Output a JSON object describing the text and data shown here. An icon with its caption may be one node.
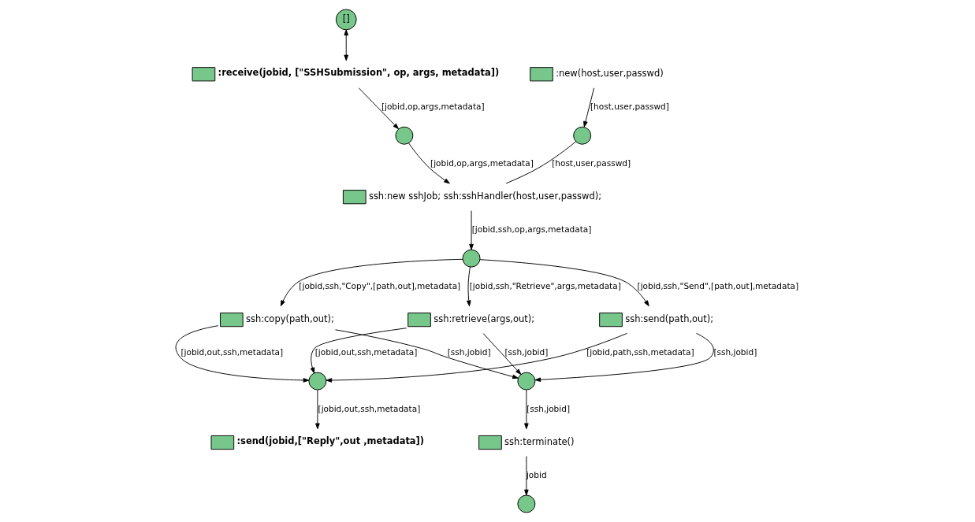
{
  "diagram": {
    "nodes": [
      {
        "text": [
          "[]"
        ]
      },
      {
        "text": [
          ":receive(jobid, [\"SSHSubmission\", op, args, metadata])"
        ]
      },
      {
        "text": [],
        "shape": "circle"
      },
      {
        "text": [
          ":new(host,user,passwd)"
        ]
      },
      {
        "text": [],
        "shape": "circle"
      },
      {
        "text": [
          "ssh:new sshJob; ssh:sshHandler(host,user,passwd);"
        ]
      },
      {
        "text": [],
        "shape": "circle"
      },
      {
        "text": [
          "ssh:copy(path,out);"
        ]
      },
      {
        "text": [
          "ssh:send(path,out);"
        ]
      },
      {
        "text": [
          "ssh:retrieve(args,out);"
        ]
      },
      {
        "text": [],
        "shape": "circle"
      },
      {
        "text": [],
        "shape": "circle"
      },
      {
        "text": [
          "ssh:terminate()"
        ]
      },
      {
        "text": [],
        "shape": "circle"
      },
      {
        "text": [
          ":send(jobid,[\"Reply\",out ,metadata])"
        ]
      }
    ],
    "edges": [
      {
        "from": 0,
        "to": 1,
        "arrow": "both"
      },
      {
        "from": 1,
        "to": 2,
        "arrow": "to",
        "label": "[jobid,op,args,metadata]"
      },
      {
        "from": 2,
        "to": 5,
        "arrow": "to",
        "label": "[jobid,op,args,metadata]"
      },
      {
        "from": 3,
        "to": 4,
        "arrow": "to",
        "label": "[host,user,passwd]"
      },
      {
        "from": 4,
        "to": 5,
        "arrow": "none",
        "label": "[host,user,passwd]"
      },
      {
        "from": 5,
        "to": 6,
        "arrow": "to",
        "label": "[jobid,ssh,op,args,metadata]"
      },
      {
        "from": 6,
        "to": 7,
        "arrow": "to",
        "label": "[jobid,ssh,\"Copy\",[path,out],metadata]"
      },
      {
        "from": 6,
        "to": 8,
        "arrow": "to",
        "label": "[jobid,ssh,\"Send\",[path,out],metadata]"
      },
      {
        "from": 6,
        "to": 9,
        "arrow": "to",
        "label": "[jobid,ssh,\"Retrieve\",args,metadata]"
      },
      {
        "from": 7,
        "to": 11,
        "arrow": "to",
        "label": "[jobid,out,ssh,metadata]"
      },
      {
        "from": 8,
        "to": 10,
        "arrow": "to",
        "label": "[ssh,jobid]"
      },
      {
        "from": 8,
        "to": 11,
        "arrow": "to",
        "label": "[jobid,path,ssh,metadata]"
      },
      {
        "from": 9,
        "to": 10,
        "arrow": "to",
        "label": "[ssh,jobid]"
      },
      {
        "from": 9,
        "to": 11,
        "arrow": "to",
        "label": "[jobid,out,ssh,metadata]"
      },
      {
        "from": 7,
        "to": 10,
        "arrow": "to",
        "label": "[ssh,jobid]"
      },
      {
        "from": 10,
        "to": 12,
        "arrow": "to",
        "label": "[ssh,jobid]"
      },
      {
        "from": 11,
        "to": 14,
        "arrow": "to",
        "label": "[jobid,out,ssh,metadata]"
      },
      {
        "from": 12,
        "to": 13,
        "arrow": "to",
        "label": "jobid"
      }
    ]
  }
}
